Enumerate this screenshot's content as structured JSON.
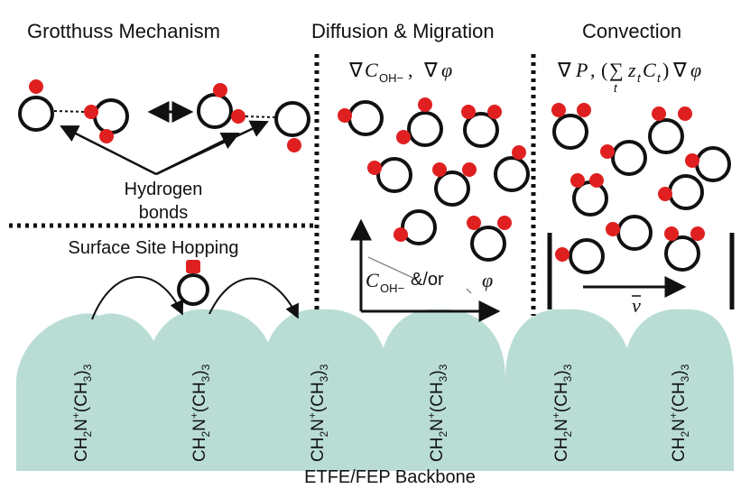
{
  "titles": {
    "grotthuss": "Grotthuss Mechanism",
    "diffusion": "Diffusion & Migration",
    "convection": "Convection"
  },
  "labels": {
    "hydrogen": "Hydrogen",
    "bonds": "bonds",
    "surface_hopping": "Surface Site Hopping",
    "backbone": "ETFE/FEP Backbone",
    "and_or": "&/or",
    "velocity": "v"
  },
  "math": {
    "nabla": "∇",
    "c": "C",
    "oh_sub": "OH−",
    "phi": "φ",
    "p": "P",
    "z": "z",
    "t": "t",
    "comma": ",",
    "open": "(",
    "close": ")",
    "sum": "∑"
  },
  "chem": {
    "group": "CH2N+(CH3)3",
    "count": 6
  },
  "colors": {
    "backbone": "#b9ddd4",
    "atom": "#e02020",
    "ring": "#111111"
  }
}
